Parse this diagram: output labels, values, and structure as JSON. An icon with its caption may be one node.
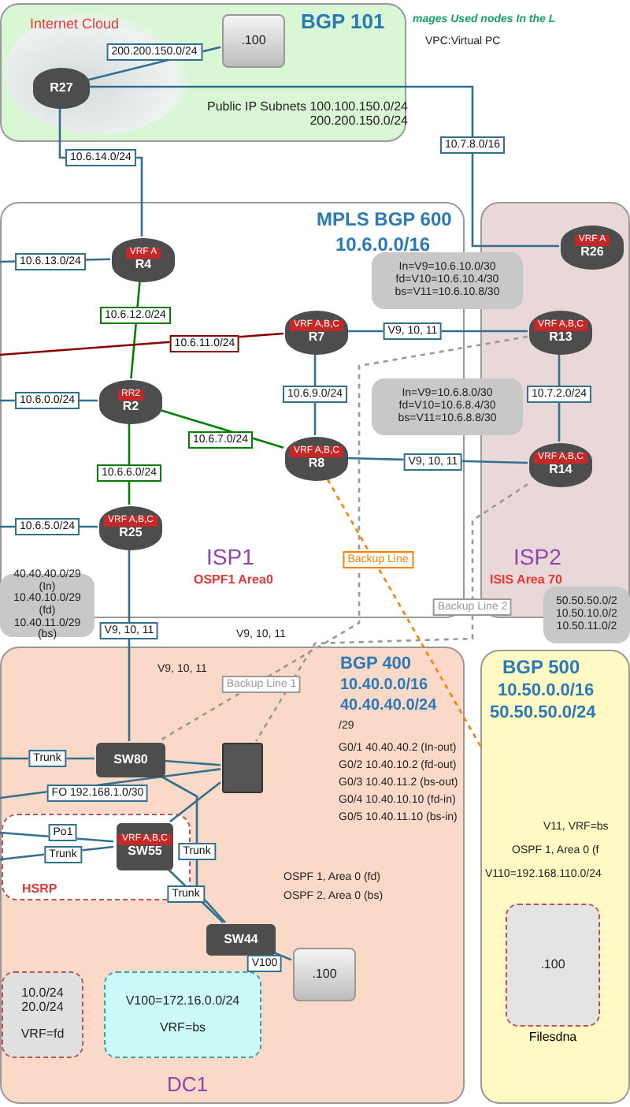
{
  "diagram": {
    "nodes": [
      {
        "text": [
          "BGP 101",
          "Public IP Subnets 100.100.150.0/24 200.200.150.0/24"
        ]
      },
      {
        "text": [
          "Internet Cloud"
        ],
        "in": 0
      },
      {
        "text": [
          "R27"
        ],
        "in": 1
      },
      {
        "text": [
          ".100"
        ],
        "in": 0
      },
      {
        "text": [
          "MPLS BGP 600",
          "10.6.0.0/16",
          "ISP1",
          "OSPF1 Area0"
        ]
      },
      {
        "text": [
          "VRF A",
          "R4"
        ],
        "in": 4
      },
      {
        "text": [
          "VRF A,B,C",
          "R7"
        ],
        "in": 4
      },
      {
        "text": [
          "RR2",
          "R2"
        ],
        "in": 4
      },
      {
        "text": [
          "VRF A,B,C",
          "R8"
        ],
        "in": 4
      },
      {
        "text": [
          "VRF A,B,C",
          "R25"
        ],
        "in": 4
      },
      {
        "text": [
          "In=V9=10.6.10.0/30 fd=V10=10.6.10.4/30 bs=V11=10.6.10.8/30"
        ]
      },
      {
        "text": [
          "ISP2",
          "ISIS  Area 70"
        ]
      },
      {
        "text": [
          "VRF A",
          "R26"
        ],
        "in": 11
      },
      {
        "text": [
          "VRF A,B,C",
          "R13"
        ],
        "in": 11
      },
      {
        "text": [
          "VRF A,B,C",
          "R14"
        ],
        "in": 11
      },
      {
        "text": [
          "In=V9=10.6.8.0/30 fd=V10=10.6.8.4/30 bs=V11=10.6.8.8/30"
        ]
      },
      {
        "text": [
          "40.40.40.0/29 (In) 10.40.10.0/29 (fd) 10.40.11.0/29 (bs)"
        ]
      },
      {
        "text": [
          "50.50.50.0/2 10.50.10.0/2 10.50.11.0/2"
        ]
      },
      {
        "text": [
          "BGP 400",
          "10.40.0.0/16",
          "40.40.40.0/24",
          "DC1"
        ]
      },
      {
        "text": [
          "SW80"
        ],
        "in": 18
      },
      {
        "text": [],
        "shape": "box",
        "in": 18
      },
      {
        "text": [
          "HSRP"
        ],
        "in": 18
      },
      {
        "text": [
          "VRF A,B,C",
          "SW55"
        ],
        "in": 21
      },
      {
        "text": [
          "SW44"
        ],
        "in": 18
      },
      {
        "text": [
          ".100"
        ],
        "in": 18
      },
      {
        "text": [
          "10.0/24 20.0/24",
          "VRF=fd"
        ],
        "in": 18
      },
      {
        "text": [
          "V100=172.16.0.0/24",
          "VRF=bs"
        ],
        "in": 18
      },
      {
        "text": [
          "BGP 500",
          "10.50.0.0/16",
          "50.50.50.0/24"
        ]
      },
      {
        "text": [
          ".100"
        ],
        "beside": [
          "Filesdna"
        ],
        "in": 27
      }
    ],
    "edges": [
      {
        "from": 2,
        "to": 3,
        "arrow": "none",
        "label": "200.200.150.0/24"
      },
      {
        "from": 2,
        "to": 5,
        "arrow": "none",
        "label": "10.6.14.0/24"
      },
      {
        "from": 2,
        "to": 12,
        "arrow": "none",
        "label": "10.7.8.0/16"
      },
      {
        "from": null,
        "to": 5,
        "arrow": "none",
        "label": "10.6.13.0/24"
      },
      {
        "from": 5,
        "to": 7,
        "arrow": "none",
        "label": "10.6.12.0/24",
        "color": "#008000"
      },
      {
        "from": null,
        "to": 6,
        "arrow": "none",
        "label": "10.6.11.0/24",
        "color": "#8b0000"
      },
      {
        "from": 6,
        "to": 13,
        "arrow": "none",
        "label": "V9, 10, 11"
      },
      {
        "from": null,
        "to": 7,
        "arrow": "none",
        "label": "10.6.0.0/24"
      },
      {
        "from": 7,
        "to": 8,
        "arrow": "none",
        "label": "10.6.7.0/24",
        "color": "#008000"
      },
      {
        "from": 7,
        "to": 9,
        "arrow": "none",
        "label": "10.6.6.0/24",
        "color": "#008000"
      },
      {
        "from": 6,
        "to": 8,
        "arrow": "none",
        "label": "10.6.9.0/24"
      },
      {
        "from": 8,
        "to": 14,
        "arrow": "none",
        "label": "V9, 10, 11"
      },
      {
        "from": 13,
        "to": 14,
        "arrow": "none",
        "label": "10.7.2.0/24"
      },
      {
        "from": null,
        "to": 9,
        "arrow": "none",
        "label": "10.6.5.0/24"
      },
      {
        "from": 9,
        "to": 19,
        "arrow": "none",
        "label": "V9, 10, 11"
      },
      {
        "from": 13,
        "to": 19,
        "arrow": "none",
        "label": "Backup Line 1",
        "style": "dashed",
        "color": "#999999"
      },
      {
        "from": 14,
        "to": 20,
        "arrow": "none",
        "label": "Backup Line 2",
        "style": "dashed",
        "color": "#999999"
      },
      {
        "from": 8,
        "to": 27,
        "arrow": "none",
        "label": "Backup Line",
        "style": "dashed",
        "color": "#ff8000"
      },
      {
        "from": null,
        "to": 19,
        "arrow": "none",
        "label": "Trunk"
      },
      {
        "from": 19,
        "to": 20,
        "arrow": "none"
      },
      {
        "from": null,
        "to": 20,
        "arrow": "none",
        "label": "FO 192.168.1.0/30"
      },
      {
        "from": null,
        "to": 22,
        "arrow": "none",
        "label": "Po1"
      },
      {
        "from": null,
        "to": 22,
        "arrow": "none",
        "label": "Trunk"
      },
      {
        "from": 22,
        "to": 20,
        "arrow": "none"
      },
      {
        "from": 22,
        "to": 23,
        "arrow": "none",
        "label": "Trunk"
      },
      {
        "from": 19,
        "to": 23,
        "arrow": "none",
        "label": "Trunk"
      },
      {
        "from": 23,
        "to": 24,
        "arrow": "none",
        "label": "V100"
      }
    ],
    "labels": [
      "mages Used nodes In the L",
      "VPC:Virtual PC",
      "V9, 10, 11",
      "V9, 10, 11",
      "/29",
      "G0/1 40.40.40.2 (In-out)",
      "G0/2 10.40.10.2 (fd-out)",
      "G0/3 10.40.11.2 (bs-out)",
      "G0/4 10.40.10.10 (fd-in)",
      "G0/5 10.40.11.10 (bs-in)",
      "OSPF 1, Area 0 (fd)",
      "OSPF 2, Area 0 (bs)",
      "V11, VRF=bs",
      "OSPF 1, Area 0 (f",
      "V110=192.168.110.0/24"
    ]
  }
}
